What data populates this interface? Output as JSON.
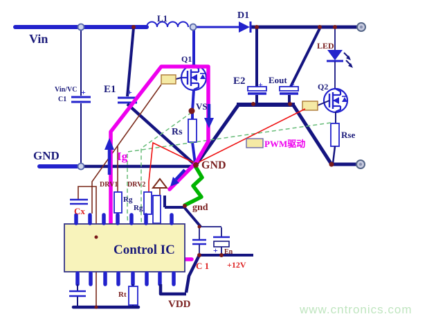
{
  "labels": {
    "vin": "Vin",
    "gnd_left": "GND",
    "l1": "L1",
    "d1": "D1",
    "q1": "Q1",
    "q2": "Q2",
    "e1": "E1",
    "e2": "E2",
    "eout": "Eout",
    "vin_vc": "Vin/VC",
    "c1_top": "C1",
    "vs": "VS",
    "rs": "Rs",
    "ig": "Ig",
    "gnd_mid": "GND",
    "pwm_drive": "PWM驱动",
    "led": "LED",
    "rse": "Rse",
    "drv1": "DRV1",
    "drv2": "DRV2",
    "rg1": "Rg",
    "rg2": "Rg",
    "cx": "Cx",
    "control_ic": "Control IC",
    "gnd_pin": "gnd",
    "en": "En",
    "c1_bottom": "C 1",
    "p12v": "+12V",
    "vdd": "VDD",
    "rt": "Rt",
    "plus": "+"
  },
  "watermark": {
    "text": "www.cntronics.com",
    "color": "#bfe5bf"
  },
  "colors": {
    "bright_blue": "#2222cc",
    "navy": "#141480",
    "magenta": "#ee00ee",
    "green": "#00b300",
    "dashed_green": "#66bb77",
    "red": "#ee1111",
    "dark_red_label": "#7a2020",
    "brown_wire": "#7a2a1a",
    "gate_box_fill": "#f5eaa5",
    "ic_fill": "#f8f3bb",
    "label_red": "#dd2222",
    "label_navy": "#1a1a7a"
  }
}
